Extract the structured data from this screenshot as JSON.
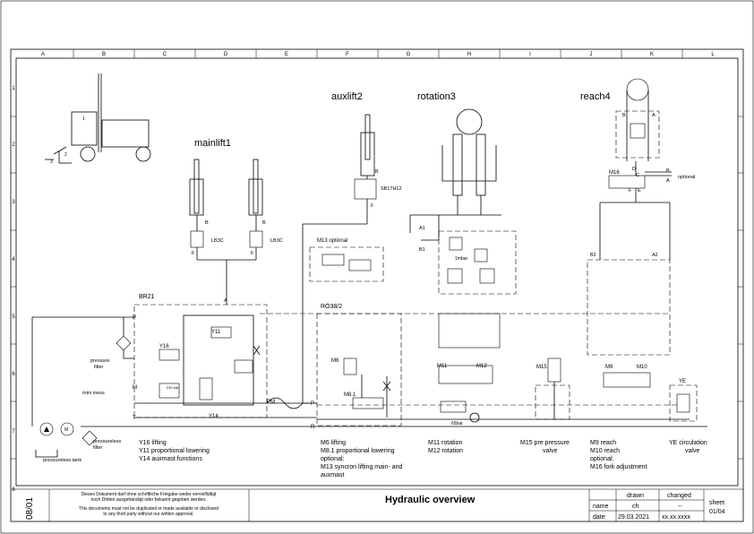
{
  "grid": {
    "columns": [
      "A",
      "B",
      "C",
      "D",
      "E",
      "F",
      "G",
      "H",
      "I",
      "J",
      "K",
      "L"
    ],
    "rows": [
      "1",
      "2",
      "3",
      "4",
      "5",
      "6",
      "7",
      "8"
    ]
  },
  "headings": {
    "mainlift": "mainlift1",
    "auxlift": "auxlift2",
    "rotation": "rotation3",
    "reach": "reach4"
  },
  "labels": {
    "B": "B",
    "F": "F",
    "A": "A",
    "P": "P",
    "M": "M",
    "T": "T",
    "R": "R",
    "LB3C": "LB3C",
    "SB17H12": "SB17H12",
    "M13_optional": "M13  optional",
    "BR21": "BR21",
    "Y11": "Y11",
    "Y16": "Y16",
    "Y14": "Y14",
    "PM": "PM",
    "RO38": "RÖ38/2",
    "A1": "A1",
    "B1": "B1",
    "B2": "B2",
    "A2": "A2",
    "M6": "M6",
    "M8_1": "M8.1",
    "M11": "M11",
    "M12": "M12",
    "M15": "M15",
    "M9": "M9",
    "M10": "M10",
    "YE": "YE",
    "M16": "M16",
    "optional": "optional",
    "D": "D",
    "C": "C",
    "E": "E",
    "bar1": "1mbar",
    "bar65": "65bar",
    "bar230": "230 bar",
    "pressure_filter": [
      "pressure",
      "filter"
    ],
    "mini_mess": "mini mess",
    "pressureless_filter": [
      "pressureless",
      "filter"
    ],
    "pressureless_tank": "pressureless tank"
  },
  "legends": {
    "mainlift": [
      "Y16 lifting",
      "Y11 proportional lowering",
      "Y14 auxmast functions"
    ],
    "auxlift": [
      "M6    lifting",
      "M8.1 proportional lowering",
      "optional:",
      "M13  syncron lifting main- and",
      "         auxmast"
    ],
    "rotation": [
      "M11 rotation",
      "M12 rotation"
    ],
    "pressure": [
      "M15 pre pressure",
      "valve"
    ],
    "reach": [
      "M9    reach",
      "M10  reach",
      "optional:",
      "M16  fork adjustment"
    ],
    "circulation": [
      "YE circulation",
      "valve"
    ]
  },
  "title_block": {
    "doc_number": "08/01",
    "disclaimer_de": [
      "Dieses Dokument darf ohne schriftliche Freigabe weder vervielfältigt",
      "noch Dritten ausgehändigt oder bekannt gegeben werden."
    ],
    "disclaimer_en": [
      "This documents must not be duplicated or made available or disclosed",
      "to any third party without our written approval."
    ],
    "title": "Hydraulic overview",
    "drawn_header": "drawn",
    "changed_header": "changed",
    "name_label": "name",
    "date_label": "date",
    "drawn_name": "ch",
    "drawn_date": "29.03.2021",
    "changed_name": "--",
    "changed_date": "xx.xx.xxxx",
    "sheet_label": "sheet",
    "sheet_value": "01/04"
  }
}
